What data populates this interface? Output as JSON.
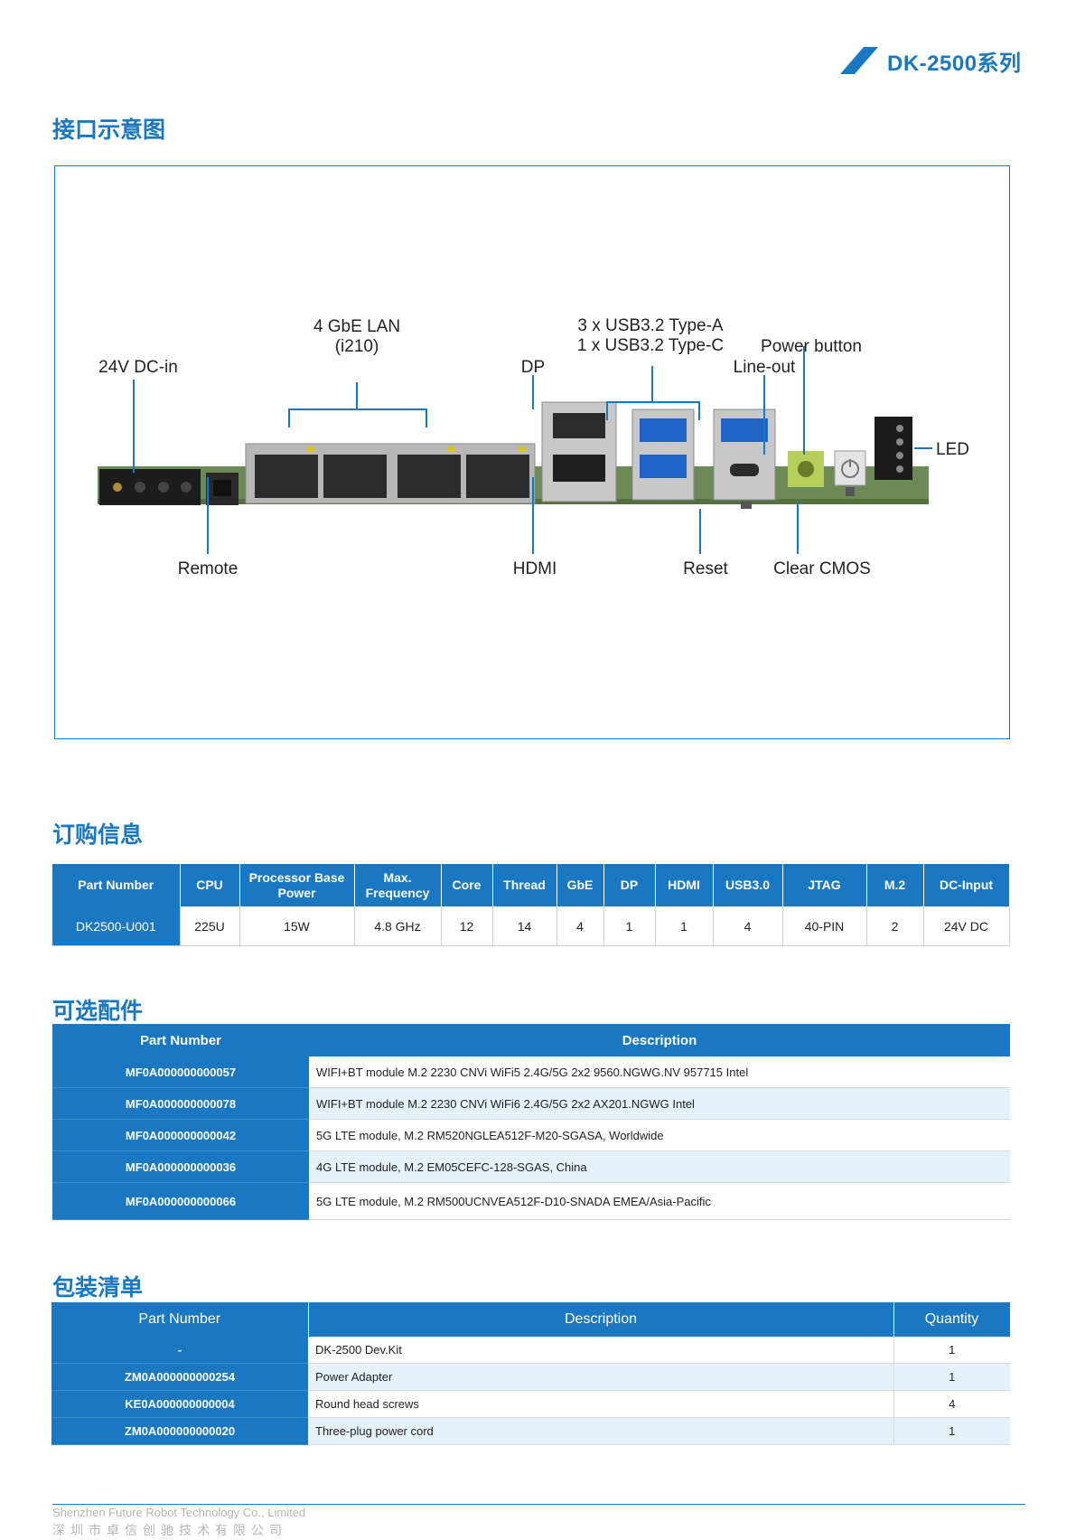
{
  "header": {
    "series": "DK-2500系列"
  },
  "sections": {
    "interface": "接口示意图",
    "ordering": "订购信息",
    "accessories": "可选配件",
    "packing": "包装清单"
  },
  "diagram": {
    "labels": {
      "lan_line1": "4 GbE LAN",
      "lan_line2": "(i210)",
      "usb_line1": "3 x USB3.2 Type-A",
      "usb_line2": "1 x USB3.2 Type-C",
      "power_button": "Power button",
      "dc_in": "24V DC-in",
      "dp": "DP",
      "line_out": "Line-out",
      "led": "LED",
      "remote": "Remote",
      "hdmi": "HDMI",
      "reset": "Reset",
      "clear_cmos": "Clear CMOS"
    }
  },
  "ordering": {
    "headers": [
      "Part Number",
      "CPU",
      "Processor Base Power",
      "Max. Frequency",
      "Core",
      "Thread",
      "GbE",
      "DP",
      "HDMI",
      "USB3.0",
      "JTAG",
      "M.2",
      "DC-Input"
    ],
    "row": [
      "DK2500-U001",
      "225U",
      "15W",
      "4.8 GHz",
      "12",
      "14",
      "4",
      "1",
      "1",
      "4",
      "40-PIN",
      "2",
      "24V DC"
    ]
  },
  "accessories": {
    "headers": [
      "Part Number",
      "Description"
    ],
    "rows": [
      {
        "pn": "MF0A000000000057",
        "desc": "WIFI+BT module  M.2 2230 CNVi WiFi5 2.4G/5G 2x2 9560.NGWG.NV 957715 Intel"
      },
      {
        "pn": "MF0A000000000078",
        "desc": "WIFI+BT module M.2 2230 CNVi WiFi6 2.4G/5G 2x2 AX201.NGWG Intel"
      },
      {
        "pn": "MF0A000000000042",
        "desc": "5G LTE module, M.2 RM520NGLEA512F-M20-SGASA, Worldwide"
      },
      {
        "pn": "MF0A000000000036",
        "desc": "4G LTE module, M.2 EM05CEFC-128-SGAS, China"
      },
      {
        "pn": "MF0A000000000066",
        "desc": "5G LTE module, M.2 RM500UCNVEA512F-D10-SNADA EMEA/Asia-Pacific"
      }
    ]
  },
  "packing": {
    "headers": [
      "Part Number",
      "Description",
      "Quantity"
    ],
    "rows": [
      {
        "pn": "-",
        "desc": "DK-2500 Dev.Kit",
        "qty": "1"
      },
      {
        "pn": "ZM0A000000000254",
        "desc": "Power Adapter",
        "qty": "1"
      },
      {
        "pn": "KE0A000000000004",
        "desc": "Round head screws",
        "qty": "4"
      },
      {
        "pn": "ZM0A000000000020",
        "desc": "Three-plug power cord",
        "qty": "1"
      }
    ]
  },
  "footer": {
    "company_en": "Shenzhen Future Robot Technology Co., Limited",
    "company_cn": "深圳市卓信创驰技术有限公司"
  },
  "colors": {
    "brand": "#1a78c2",
    "row_tint": "#e6f2fb",
    "board_green": "#6b8a55"
  }
}
